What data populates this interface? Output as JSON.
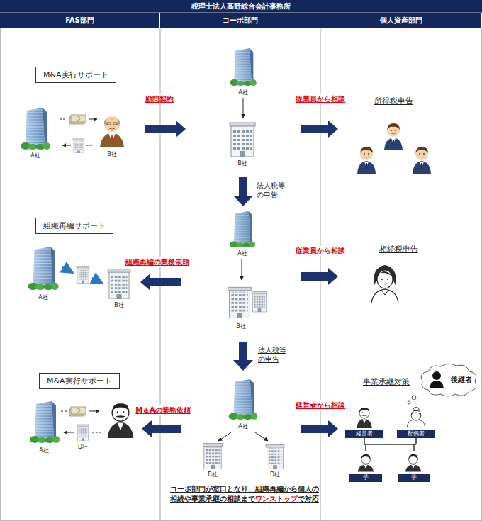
{
  "diagram": {
    "title": "税理士法人高野総合会計事務所",
    "nodes": [
      {
        "text": [
          "FAS部門"
        ]
      },
      {
        "text": [
          "コーポ部門"
        ]
      },
      {
        "text": [
          "個人資産部門"
        ]
      },
      {
        "text": [
          "M&A実行サポート"
        ]
      },
      {
        "text": [
          "組織再編サポート"
        ]
      },
      {
        "text": [
          "M&A実行サポート"
        ]
      },
      {
        "text": [
          "後継者"
        ]
      },
      {
        "text": [
          "経営者"
        ]
      },
      {
        "text": [
          "配偶者"
        ]
      },
      {
        "text": [
          "子"
        ]
      },
      {
        "text": [
          "子"
        ]
      }
    ],
    "edges": [
      {
        "from": 7,
        "to": 9,
        "arrow": "none"
      },
      {
        "from": 7,
        "to": 10,
        "arrow": "none"
      },
      {
        "from": 8,
        "to": 9,
        "arrow": "none"
      },
      {
        "from": 8,
        "to": 10,
        "arrow": "none"
      }
    ],
    "labels": [
      "顧問契約",
      "従業員から相談",
      "所得税申告",
      "A社",
      "A社",
      "B社",
      "B社",
      "法人税等 の申告",
      "組織再編の業務依頼",
      "従業員から相談",
      "相続税申告",
      "A社",
      "B社",
      "A社",
      "B社",
      "法人税等 の申告",
      "事業承継対策",
      "M＆Aの業務依頼",
      "経営者から相談",
      "A社",
      "D社",
      "A社",
      "B社",
      "D社",
      "コーポ部門が窓口となり、組織再編から個人の相続や事業承継の相談まで",
      "ワンストップ",
      "で対応"
    ]
  }
}
